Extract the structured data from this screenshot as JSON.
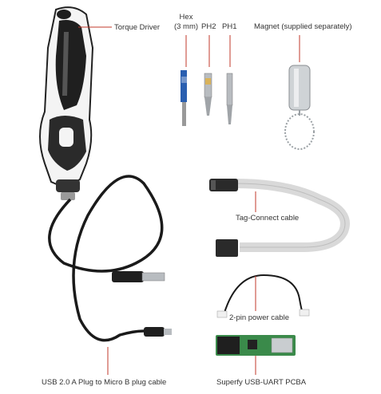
{
  "labels": {
    "torque_driver": "Torque Driver",
    "hex_line1": "Hex",
    "hex_line2": "(3 mm)",
    "ph2": "PH2",
    "ph1": "PH1",
    "magnet": "Magnet (supplied separately)",
    "tag_connect": "Tag-Connect cable",
    "power_cable": "2-pin power cable",
    "usb_cable": "USB 2.0 A Plug to Micro B plug cable",
    "pcba": "Superfy USB-UART PCBA"
  },
  "colors": {
    "leader_line": "#c0392b",
    "driver_black": "#1f1f1f",
    "driver_white": "#f4f4f4",
    "bit_blue": "#2a5fb0",
    "metal": "#b8bcc0",
    "cable": "#1a1a1a",
    "ribbon": "#d9d9d9",
    "pcb_green": "#3a8a4a"
  },
  "icons": [
    "torque-driver-image",
    "hex-bit-image",
    "ph2-bit-image",
    "ph1-bit-image",
    "magnet-image",
    "tag-connect-cable-image",
    "power-cable-image",
    "usb-cable-image",
    "pcba-image"
  ]
}
